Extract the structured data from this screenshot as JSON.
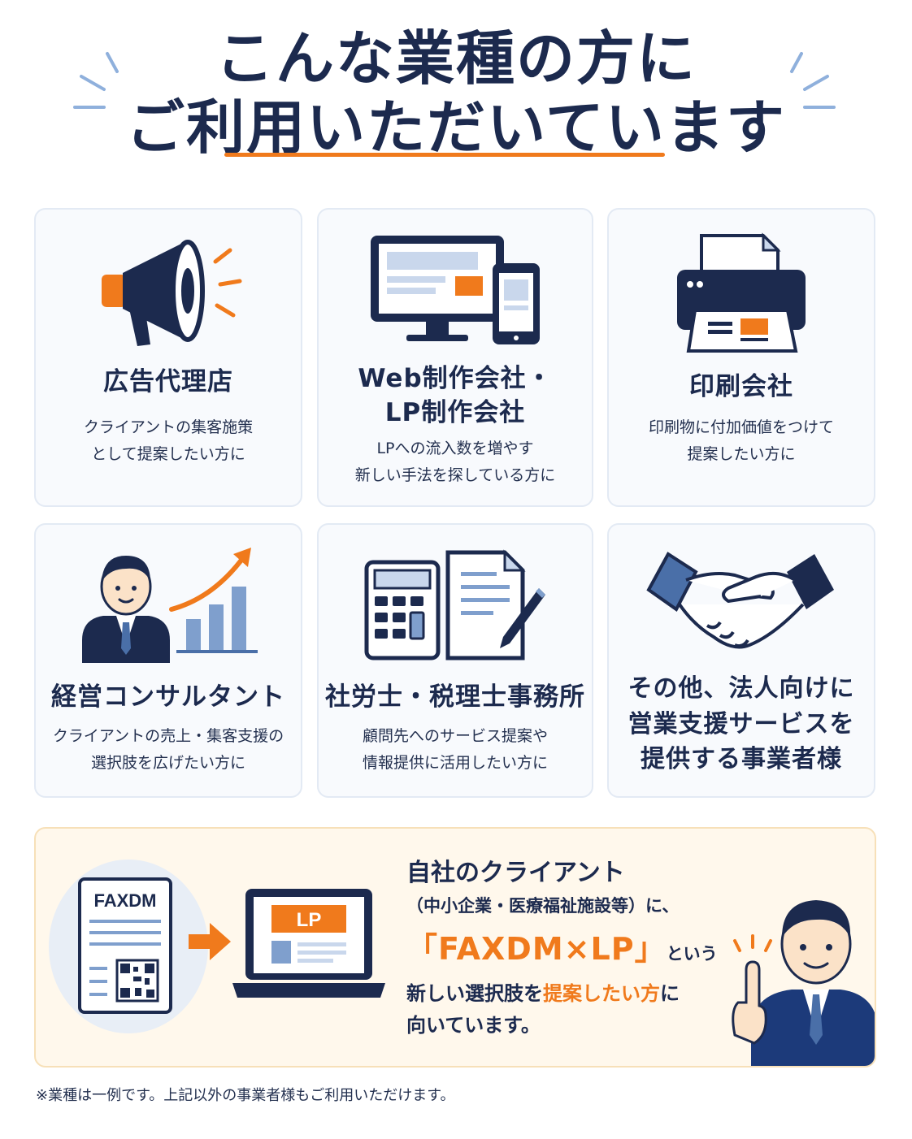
{
  "header": {
    "title_line1": "こんな業種の方に",
    "title_line2": "ご利用いただいています"
  },
  "cards": [
    {
      "name_lines": [
        "広告代理店"
      ],
      "desc_lines": [
        "クライアントの集客施策",
        "として提案したい方に"
      ],
      "icon": "megaphone-icon"
    },
    {
      "name_lines": [
        "Web制作会社・",
        "LP制作会社"
      ],
      "desc_lines": [
        "LPへの流入数を増やす",
        "新しい手法を探している方に"
      ],
      "icon": "monitor-smartphone-icon"
    },
    {
      "name_lines": [
        "印刷会社"
      ],
      "desc_lines": [
        "印刷物に付加価値をつけて",
        "提案したい方に"
      ],
      "icon": "printer-icon"
    },
    {
      "name_lines": [
        "経営コンサルタント"
      ],
      "desc_lines": [
        "クライアントの売上・集客支援の",
        "選択肢を広げたい方に"
      ],
      "icon": "consultant-growth-icon"
    },
    {
      "name_lines": [
        "社労士・税理士事務所"
      ],
      "desc_lines": [
        "顧問先へのサービス提案や",
        "情報提供に活用したい方に"
      ],
      "icon": "calculator-document-icon"
    },
    {
      "name_lines": [
        "その他、法人向けに",
        "営業支援サービスを",
        "提供する事業者様"
      ],
      "desc_lines": [],
      "icon": "handshake-icon"
    }
  ],
  "banner": {
    "fax_label": "FAXDM",
    "lp_label": "LP",
    "line1": "自社のクライアント",
    "line2": "（中小企業・医療福祉施設等）に、",
    "line3_big": "「FAXDM×LP」",
    "line3_rest": "という",
    "line4_pre": "新しい選択肢を",
    "line4_hl": "提案したい方",
    "line4_post": "に",
    "line5": "向いています。"
  },
  "footnote": "※業種は一例です。上記以外の事業者様もご利用いただけます。",
  "colors": {
    "navy": "#1c2a4e",
    "orange": "#f07a1c",
    "light_blue": "#8fb0dc",
    "card_bg": "#f8fafd"
  }
}
